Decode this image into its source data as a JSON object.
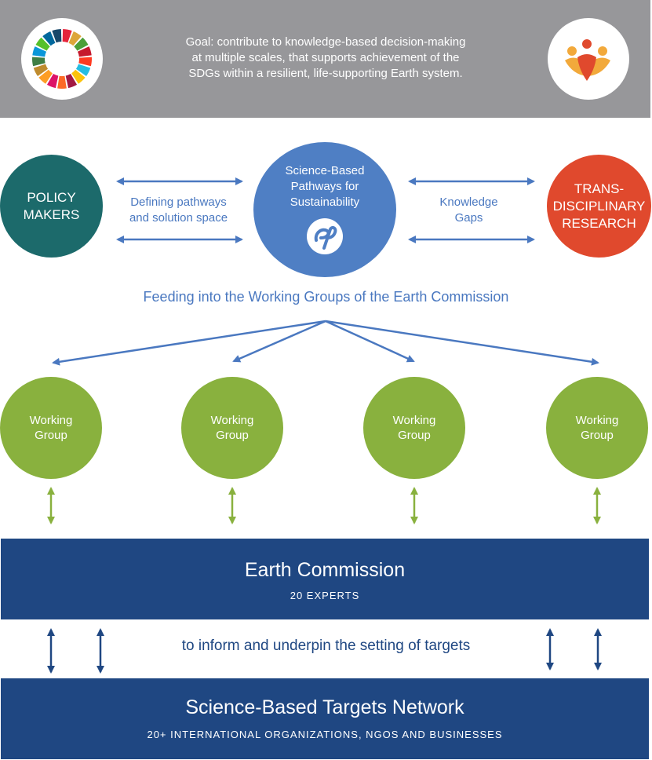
{
  "banner": {
    "goal_line1": "Goal: contribute to knowledge-based decision-making",
    "goal_line2": "at multiple scales, that supports achievement of the",
    "goal_line3": "SDGs within a resilient, life-supporting Earth system."
  },
  "left_node": {
    "line1": "POLICY",
    "line2": "MAKERS"
  },
  "center_node": {
    "line1": "Science-Based",
    "line2": "Pathways for",
    "line3": "Sustainability"
  },
  "right_node": {
    "line1": "TRANS-",
    "line2": "DISCIPLINARY",
    "line3": "RESEARCH"
  },
  "left_edge": {
    "line1": "Defining pathways",
    "line2": "and solution space"
  },
  "right_edge": {
    "line1": "Knowledge",
    "line2": "Gaps"
  },
  "feeding_text": "Feeding into the Working Groups of the Earth Commission",
  "working_groups": [
    {
      "line1": "Working",
      "line2": "Group"
    },
    {
      "line1": "Working",
      "line2": "Group"
    },
    {
      "line1": "Working",
      "line2": "Group"
    },
    {
      "line1": "Working",
      "line2": "Group"
    }
  ],
  "earth_commission": {
    "title": "Earth Commission",
    "subtitle": "20 EXPERTS"
  },
  "inform_text": "to inform and underpin the setting of targets",
  "sbtn": {
    "title": "Science-Based Targets Network",
    "subtitle": "20+ INTERNATIONAL ORGANIZATIONS, NGOS AND BUSINESSES"
  },
  "colors": {
    "banner": "#97979a",
    "policy": "#1c6a6b",
    "pathways": "#4f7fc4",
    "research": "#e0492d",
    "working_group": "#89b13e",
    "bar": "#1f4782",
    "arrow_blue": "#4a78c0",
    "arrow_green": "#89b13e"
  },
  "icons": [
    "sdg-wheel-icon",
    "people-heart-icon",
    "ep-logo-icon"
  ]
}
